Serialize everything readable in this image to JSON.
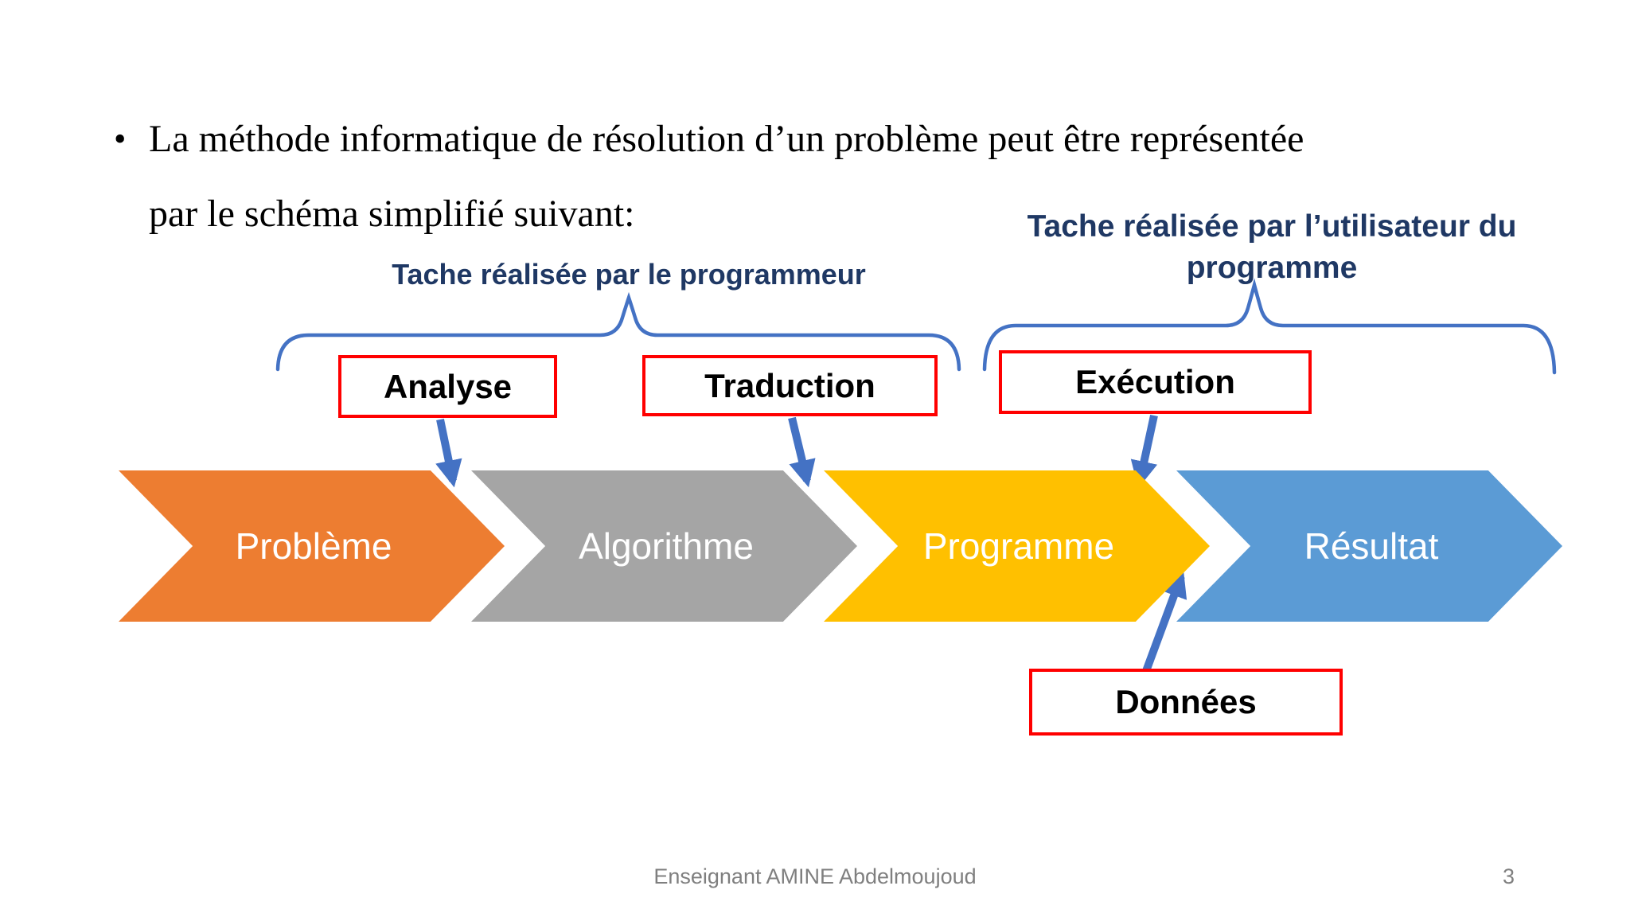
{
  "slide": {
    "bullet_text": {
      "bullet": "•",
      "lines": [
        "La méthode informatique de résolution d’un problème peut être représentée",
        "par le schéma simplifié suivant:"
      ]
    },
    "brace_labels": {
      "programmer": "Tache réalisée par le programmeur",
      "user_line1": "Tache réalisée par l’utilisateur du",
      "user_line2": "programme"
    },
    "callout_boxes": [
      {
        "label": "Analyse"
      },
      {
        "label": "Traduction"
      },
      {
        "label": "Exécution"
      },
      {
        "label": "Données"
      }
    ],
    "chevrons": [
      {
        "label": "Problème",
        "color": "#ED7D31"
      },
      {
        "label": "Algorithme",
        "color": "#A5A5A5"
      },
      {
        "label": "Programme",
        "color": "#FFC000"
      },
      {
        "label": "Résultat",
        "color": "#5B9BD5"
      }
    ],
    "footer": {
      "author": "Enseignant AMINE Abdelmoujoud",
      "page_number": "3"
    },
    "colors": {
      "navy_label": "#1F3864",
      "connector_blue": "#4472C4",
      "callout_red": "#FF0000",
      "footer_gray": "#7F7F7F",
      "chevron_orange": "#ED7D31",
      "chevron_gray": "#A5A5A5",
      "chevron_yellow": "#FFC000",
      "chevron_blue": "#5B9BD5"
    }
  }
}
